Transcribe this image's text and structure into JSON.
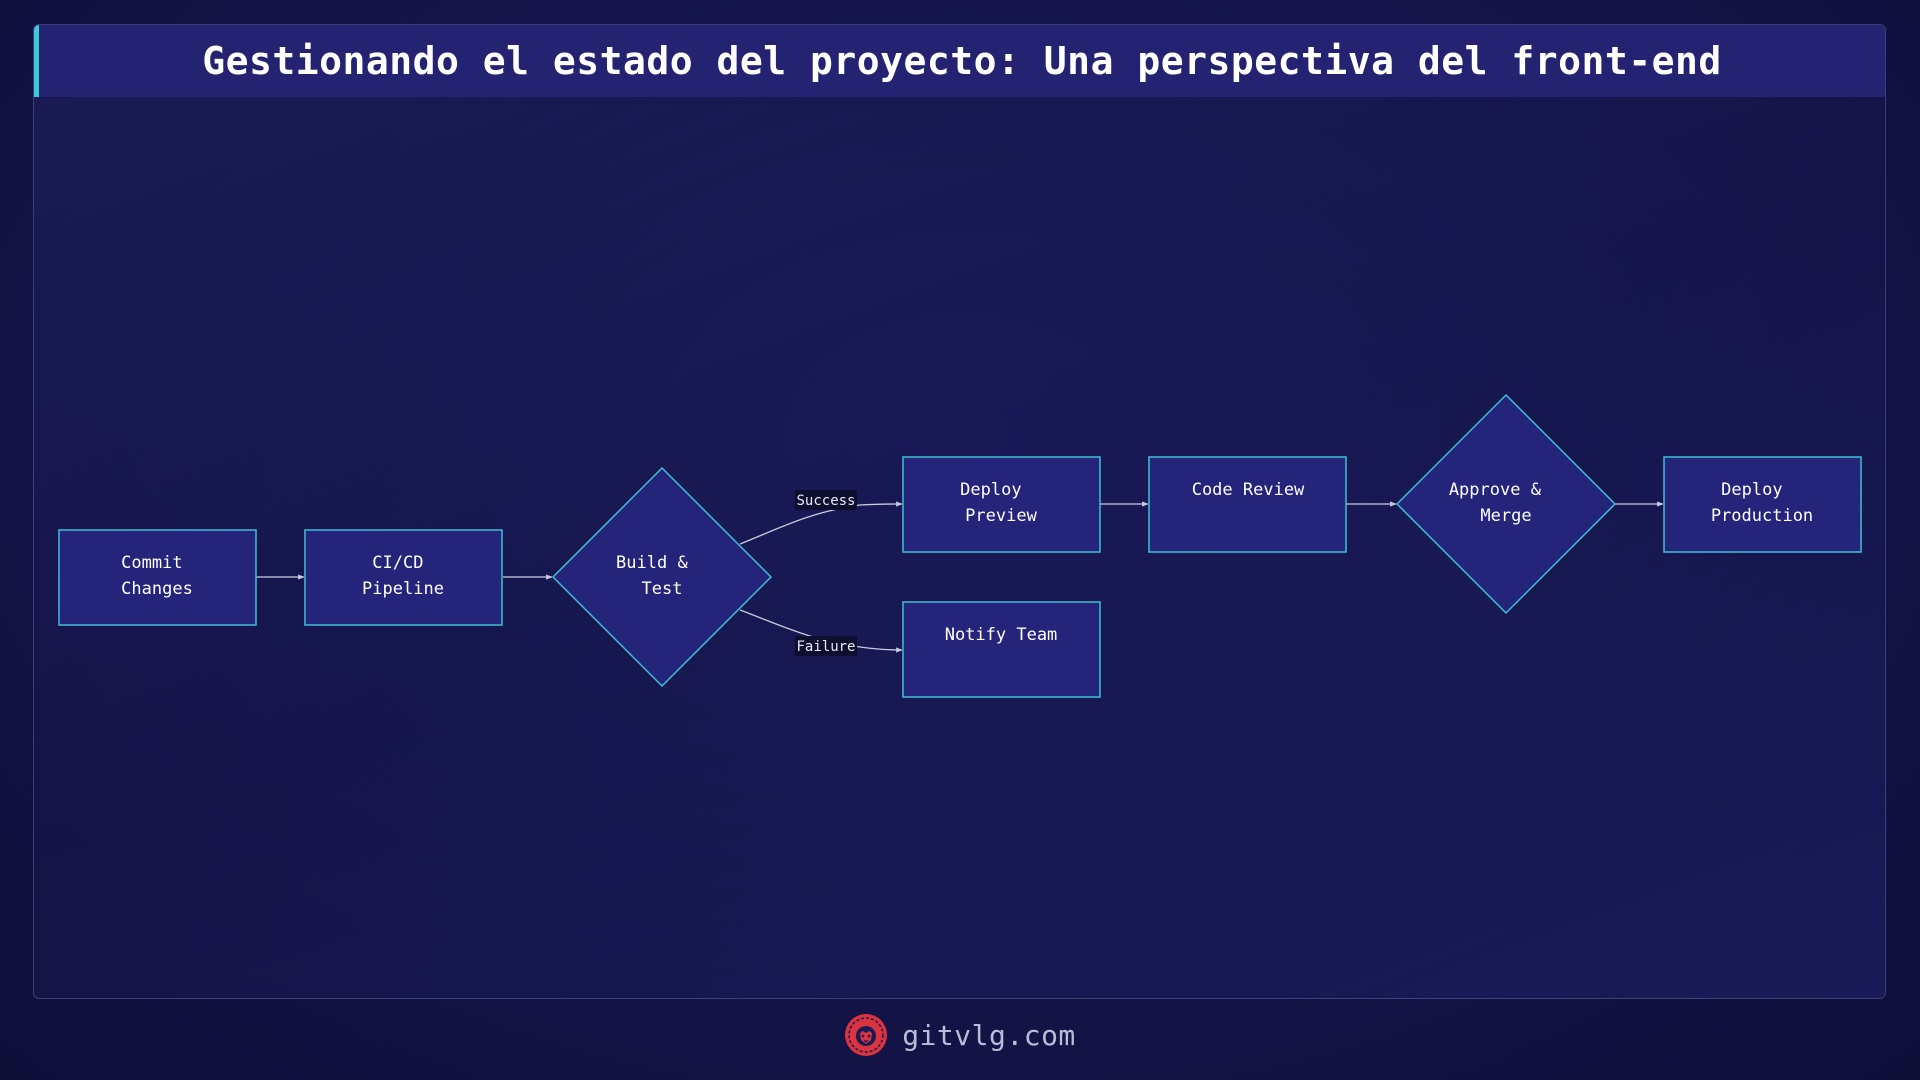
{
  "header": {
    "title": "Gestionando el estado del proyecto: Una perspectiva del front-end"
  },
  "diagram": {
    "nodes": {
      "commit": [
        "Commit",
        "Changes"
      ],
      "cicd": [
        "CI/CD",
        "Pipeline"
      ],
      "build": [
        "Build &",
        "Test"
      ],
      "deploy_preview": [
        "Deploy",
        "Preview"
      ],
      "notify": [
        "Notify Team"
      ],
      "code_review": [
        "Code Review"
      ],
      "approve": [
        "Approve &",
        "Merge"
      ],
      "deploy_prod": [
        "Deploy",
        "Production"
      ]
    },
    "edge_labels": {
      "success": "Success",
      "failure": "Failure"
    }
  },
  "footer": {
    "site": "gitvlg.com",
    "logo_icon": "lion-head-icon"
  },
  "colors": {
    "accent": "#3fc9d6",
    "node_fill": "#24247a",
    "logo": "#d9343f"
  }
}
